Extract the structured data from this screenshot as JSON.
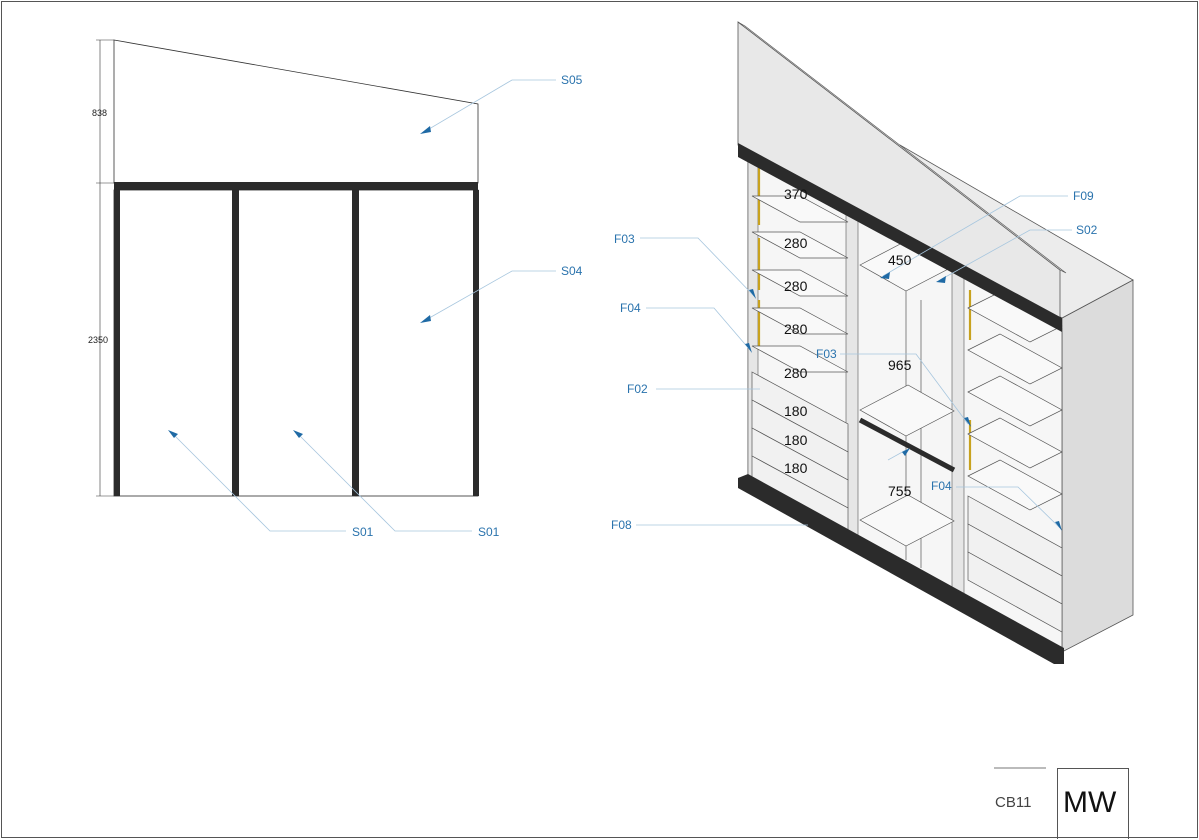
{
  "front_elevation": {
    "height_upper": "838",
    "height_lower": "2350",
    "callouts": {
      "s05": "S05",
      "s04": "S04",
      "s01_left": "S01",
      "s01_right": "S01"
    }
  },
  "isometric_view": {
    "left_column_shelves": [
      "370",
      "280",
      "280",
      "280",
      "280",
      "180",
      "180",
      "180"
    ],
    "middle_column": {
      "top": "450",
      "middle": "965",
      "bottom": "755"
    },
    "callouts": {
      "f09": "F09",
      "s02": "S02",
      "f03_left": "F03",
      "f04_left": "F04",
      "f03_mid": "F03",
      "f02": "F02",
      "f04_right": "F04",
      "f08": "F08"
    }
  },
  "title_block": {
    "code": "CB11",
    "logo": "MW"
  },
  "colors": {
    "callout": "#2a73ad",
    "frame": "#2b2b2b",
    "panel_fill": "#f3f3f3",
    "roof_fill": "#e8e8e8",
    "hinge": "#c8a21e"
  }
}
